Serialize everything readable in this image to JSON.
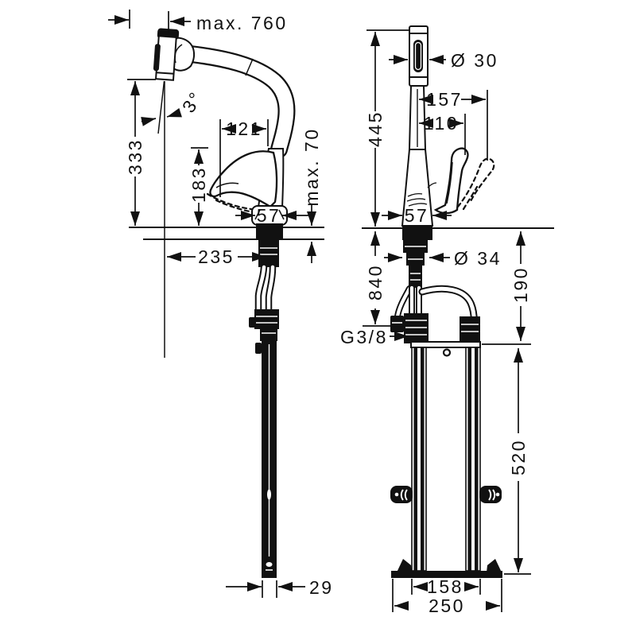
{
  "drawing": {
    "type": "technical-installation-diagram",
    "subject": "kitchen mixer tap with pull-out spray and under-counter mounting box",
    "colors": {
      "line": "#111111",
      "background": "#ffffff"
    }
  },
  "side_view": {
    "max_pullout_length": "max. 760",
    "head_tilt_angle": "3°",
    "height_to_spout": "333",
    "handle_to_center": "121",
    "handle_height": "183",
    "max_counter_thickness": "max. 70",
    "body_diameter": "57",
    "outlet_to_center": "235",
    "guide_bar_width": "29"
  },
  "front_view": {
    "head_diameter": "Ø 30",
    "total_height": "445",
    "handle_max_reach": "157",
    "handle_reach": "110",
    "body_diameter": "57",
    "shaft_diameter": "Ø 34",
    "hose_drop_length": "840",
    "counter_to_bracket": "190",
    "thread_size": "G3/8",
    "bracket_height": "520",
    "bracket_width": "158",
    "baseplate_width": "250"
  }
}
